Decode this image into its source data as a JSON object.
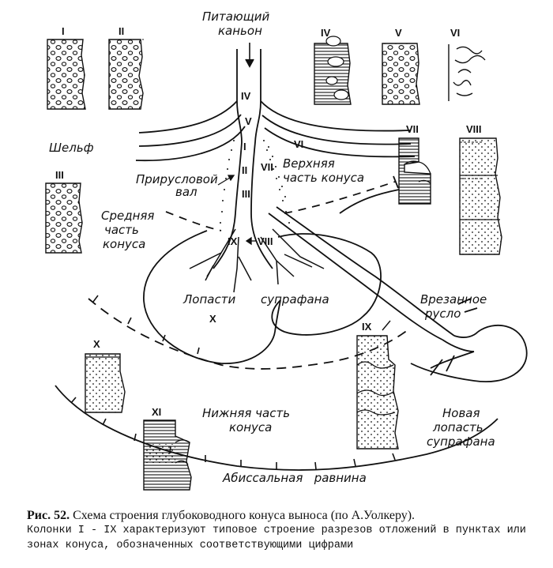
{
  "labels": {
    "canyon_l1": "Питающий",
    "canyon_l2": "каньон",
    "shelf": "Шельф",
    "levee_l1": "Прирусловой",
    "levee_l2": "вал",
    "upper_l1": "Верхняя",
    "upper_l2": "часть конуса",
    "middle_l1": "Средняя",
    "middle_l2": "часть",
    "middle_l3": "конуса",
    "lobes_l1": "Лопасти",
    "lobes_l2": "супрафана",
    "incised_l1": "Врезанное",
    "incised_l2": "русло",
    "lower_l1": "Нижняя часть",
    "lower_l2": "конуса",
    "newlobe_l1": "Новая",
    "newlobe_l2": "лопасть",
    "newlobe_l3": "супрафана",
    "abyssal": "Абиссальная   равнина"
  },
  "numerals": {
    "c1": "I",
    "c2": "II",
    "c3": "III",
    "c4": "IV",
    "c5": "V",
    "c6": "VI",
    "c7": "VII",
    "c8": "VIII",
    "c9": "IX",
    "c10": "X",
    "c11": "XI",
    "m4": "IV",
    "m5": "V",
    "m6": "VI",
    "m1": "I",
    "m2": "II",
    "m7": "VII",
    "m3": "III",
    "m9": "IX",
    "m8": "VIII",
    "m10": "X"
  },
  "caption": {
    "title": "Рис. 52.",
    "text": " Схема строения глубоководного конуса выноса (по А.Уолкеру).",
    "note": "Колонки I - IX характеризуют типовое строение разрезов отложений в пунктах или зонах конуса, обозначенных соответствующими цифрами"
  }
}
